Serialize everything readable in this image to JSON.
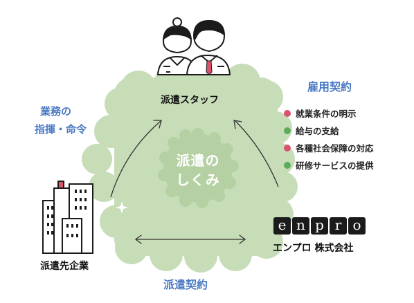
{
  "center": {
    "line1": "派遣の",
    "line2": "しくみ"
  },
  "nodes": {
    "staff": "派遣スタッフ",
    "client": "派遣先企業",
    "agency_name": "エンプロ 株式会社",
    "agency_logo": "enpro"
  },
  "relations": {
    "instruction_line1": "業務の",
    "instruction_line2": "指揮・命令",
    "employment": "雇用契約",
    "dispatch": "派遣契約"
  },
  "employment_conditions": [
    {
      "text": "就業条件の明示",
      "color": "#d9536b"
    },
    {
      "text": "給与の支給",
      "color": "#5aab5a"
    },
    {
      "text": "各種社会保障の対応",
      "color": "#d9536b"
    },
    {
      "text": "研修サービスの提供",
      "color": "#5aab5a"
    }
  ],
  "colors": {
    "blob": "#c7ddb8",
    "inner_circle": "#b5d1a3",
    "heading": "#4a79c4",
    "tie": "#d9536b"
  }
}
